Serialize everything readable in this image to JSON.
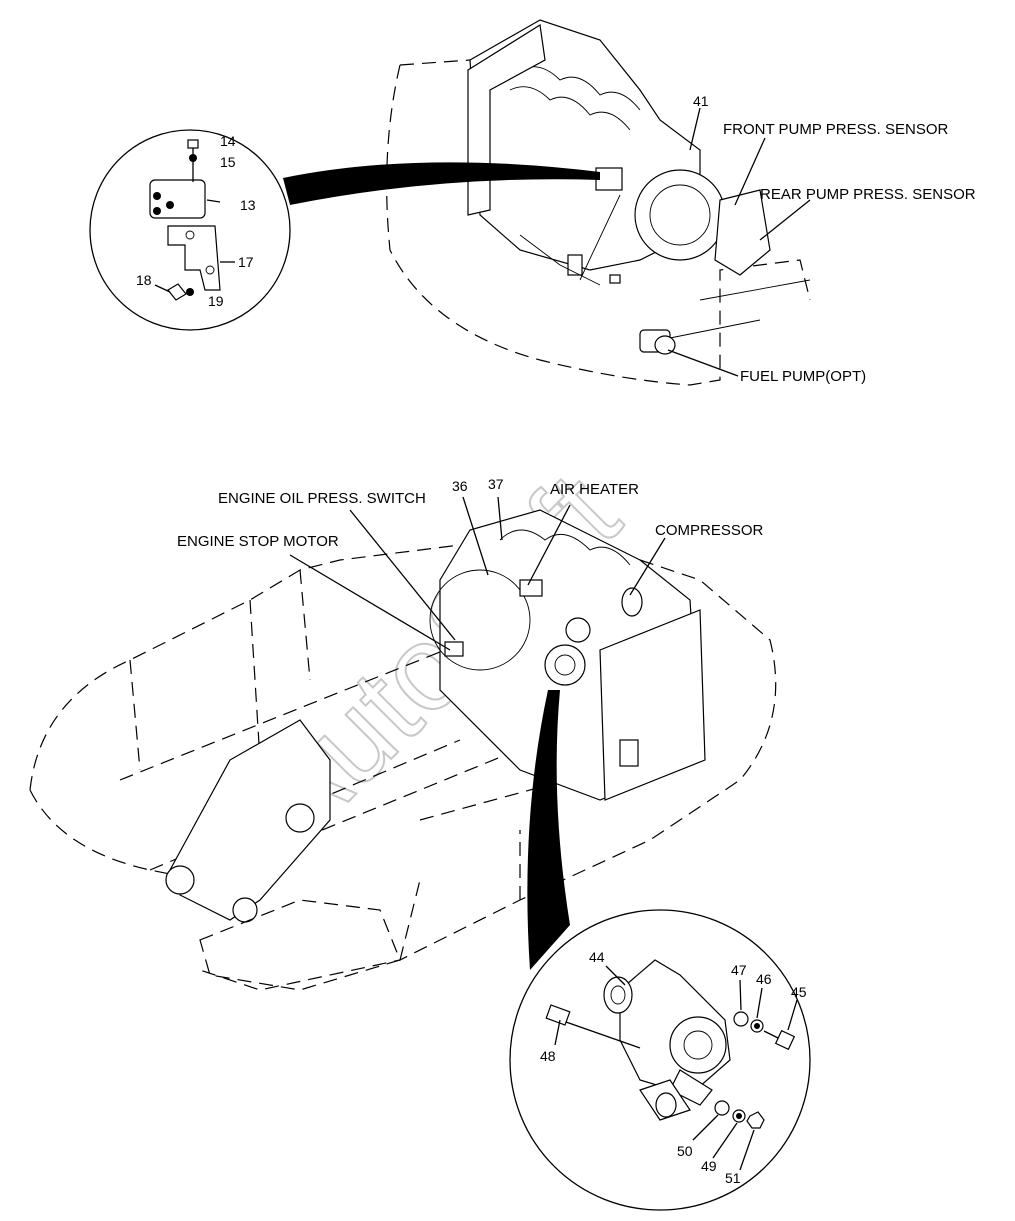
{
  "labels": {
    "front_pump_sensor": "FRONT PUMP PRESS. SENSOR",
    "rear_pump_sensor": "REAR PUMP PRESS. SENSOR",
    "fuel_pump": "FUEL PUMP(OPT)",
    "engine_oil_switch": "ENGINE OIL PRESS. SWITCH",
    "engine_stop_motor": "ENGINE STOP MOTOR",
    "air_heater": "AIR HEATER",
    "compressor": "COMPRESSOR"
  },
  "callouts": {
    "n41": "41",
    "n14": "14",
    "n15": "15",
    "n13": "13",
    "n17": "17",
    "n18": "18",
    "n19": "19",
    "n36": "36",
    "n37": "37",
    "n44": "44",
    "n47": "47",
    "n46": "46",
    "n45": "45",
    "n48": "48",
    "n50": "50",
    "n49": "49",
    "n51": "51"
  },
  "watermark": "AutoSoft"
}
